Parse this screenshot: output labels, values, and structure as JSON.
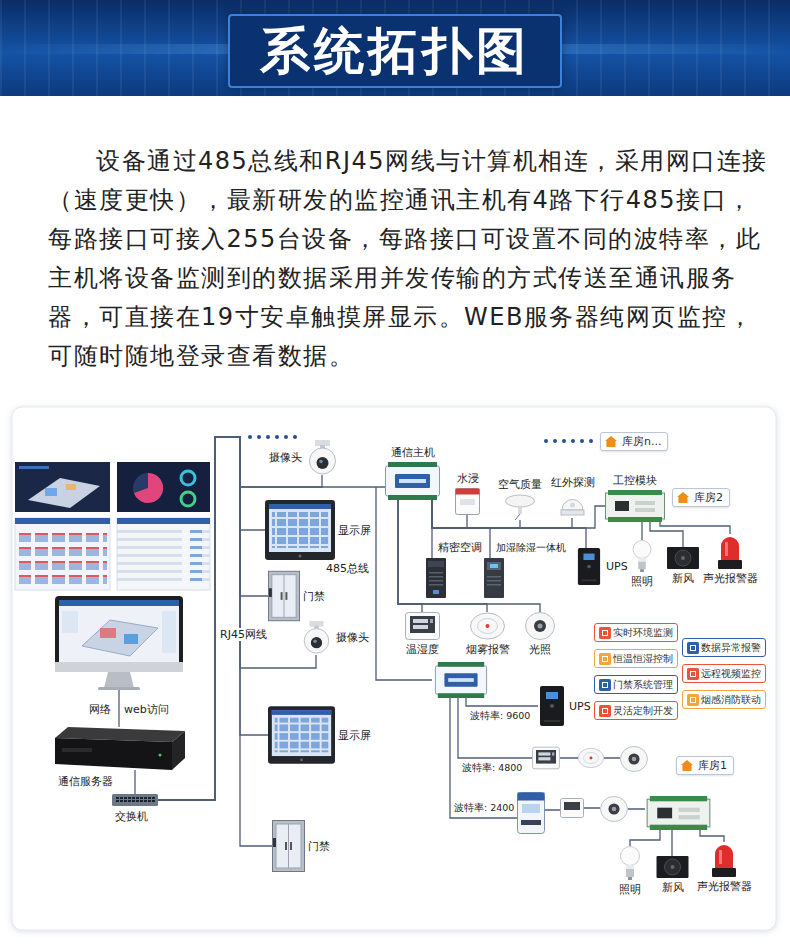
{
  "diagram": {
    "title": "系统拓扑图",
    "nodes": [
      {
        "text": [
          "库房n..."
        ]
      },
      {
        "text": [
          "摄像头"
        ]
      },
      {
        "text": [
          "通信主机"
        ]
      },
      {
        "text": [
          "水浸"
        ]
      },
      {
        "text": [
          "空气质量"
        ]
      },
      {
        "text": [
          "红外探测"
        ]
      },
      {
        "text": [
          "工控模块"
        ]
      },
      {
        "text": [
          "库房2"
        ]
      },
      {
        "text": [
          "显示屏"
        ]
      },
      {
        "text": [
          "精密空调"
        ]
      },
      {
        "text": [
          "加湿除湿一体机"
        ]
      },
      {
        "text": [
          "UPS"
        ]
      },
      {
        "text": [
          "照明"
        ]
      },
      {
        "text": [
          "新风"
        ]
      },
      {
        "text": [
          "声光报警器"
        ]
      },
      {
        "text": [
          "门禁"
        ]
      },
      {
        "text": [
          "温湿度"
        ]
      },
      {
        "text": [
          "烟雾报警"
        ]
      },
      {
        "text": [
          "光照"
        ]
      },
      {
        "text": [
          "实时环境监测"
        ]
      },
      {
        "text": [
          "数据异常报警"
        ]
      },
      {
        "text": [
          "恒温恒湿控制"
        ]
      },
      {
        "text": [
          "摄像头"
        ]
      },
      {
        "text": [
          "远程视频监控"
        ]
      },
      {
        "text": [
          "门禁系统管理"
        ]
      },
      {
        "text": [
          "烟感消防联动"
        ]
      },
      {
        "text": [
          "灵活定制开发"
        ]
      },
      {
        "text": [
          "UPS"
        ]
      },
      {
        "text": [
          "显示屏"
        ]
      },
      {
        "text": [
          "库房1"
        ]
      },
      {
        "text": [
          "通信服务器"
        ]
      },
      {
        "text": [
          "交换机"
        ]
      },
      {
        "text": [
          "门禁"
        ]
      },
      {
        "text": [
          "照明"
        ]
      },
      {
        "text": [
          "新风"
        ]
      },
      {
        "text": [
          "声光报警器"
        ]
      }
    ],
    "edges": [
      {
        "from": 30,
        "to": 31,
        "arrow": "none"
      },
      {
        "from": 31,
        "to": 1,
        "arrow": "none"
      },
      {
        "from": 31,
        "to": 8,
        "arrow": "none"
      },
      {
        "from": 31,
        "to": 15,
        "arrow": "none"
      },
      {
        "from": 31,
        "to": 22,
        "arrow": "none"
      },
      {
        "from": 31,
        "to": 28,
        "arrow": "none"
      },
      {
        "from": 31,
        "to": 32,
        "arrow": "none"
      },
      {
        "from": 31,
        "to": 2,
        "arrow": "none"
      },
      {
        "from": 2,
        "to": 3,
        "arrow": "none"
      },
      {
        "from": 2,
        "to": 4,
        "arrow": "none"
      },
      {
        "from": 2,
        "to": 5,
        "arrow": "none"
      },
      {
        "from": 2,
        "to": 6,
        "arrow": "none"
      },
      {
        "from": 2,
        "to": 9,
        "arrow": "none"
      },
      {
        "from": 2,
        "to": 10,
        "arrow": "none"
      },
      {
        "from": 2,
        "to": 11,
        "arrow": "none"
      },
      {
        "from": 2,
        "to": 16,
        "arrow": "none"
      },
      {
        "from": 2,
        "to": 17,
        "arrow": "none"
      },
      {
        "from": 2,
        "to": 18,
        "arrow": "none"
      },
      {
        "from": 6,
        "to": 12,
        "arrow": "none"
      },
      {
        "from": 6,
        "to": 13,
        "arrow": "none"
      },
      {
        "from": 6,
        "to": 14,
        "arrow": "none"
      }
    ],
    "labels": [
      "设备通过485总线和RJ45网线与计算机相连，采用网口连接（速度更快），最新研发的监控通讯主机有4路下行485接口，每路接口可接入255台设备，每路接口可设置不同的波特率，此主机将设备监测到的数据采用并发传输的方式传送至通讯服务器，可直接在19寸安卓触摸屏显示。WEB服务器纯网页监控，可随时随地登录查看数据。",
      "RJ45网线",
      "485总线",
      "网络",
      "web访问",
      "波特率: 9600",
      "波特率: 4800",
      "波特率: 2400"
    ]
  }
}
